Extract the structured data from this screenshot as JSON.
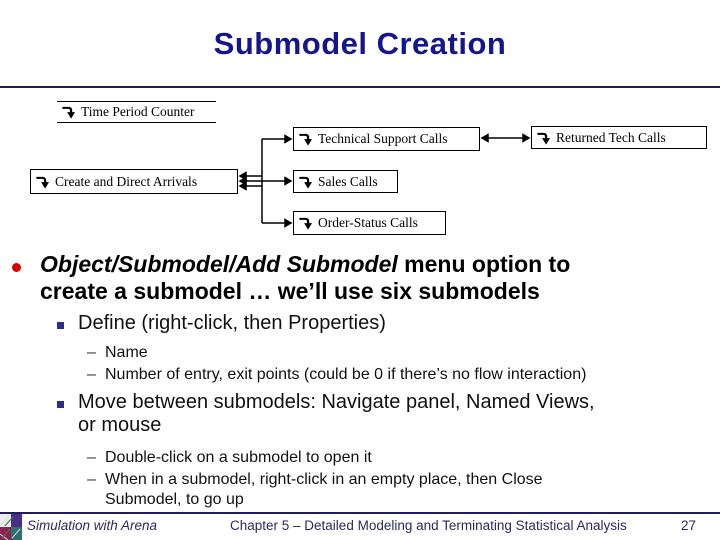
{
  "title": "Submodel Creation",
  "diagram": {
    "boxes": {
      "time_period_counter": "Time Period Counter",
      "technical_support": "Technical Support Calls",
      "returned_tech": "Returned Tech Calls",
      "create_arrivals": "Create and Direct Arrivals",
      "sales": "Sales Calls",
      "order_status": "Order-Status Calls"
    }
  },
  "content": {
    "bullet1": {
      "em": "Object/Submodel/Add Submodel",
      "rest_line1": " menu option to",
      "line2": "create a submodel … we’ll use six submodels"
    },
    "sub1": {
      "label": "Define (right-click, then Properties)",
      "items": [
        "Name",
        "Number of entry, exit points (could be 0 if there’s no flow interaction)"
      ]
    },
    "sub2": {
      "line1": "Move between submodels: Navigate panel, Named Views,",
      "line2": "or mouse",
      "item1": "Double-click on a submodel to open it",
      "item2_line1": "When in a submodel, right-click in an empty place, then Close",
      "item2_line2": "Submodel, to go up"
    }
  },
  "footer": {
    "left": "Simulation with Arena",
    "center": "Chapter 5 – Detailed Modeling and Terminating Statistical Analysis",
    "page": "27"
  },
  "colors": {
    "title_navy": "#15158E",
    "rule_navy": "#1F1F5E",
    "bullet_red": "#D80000",
    "bullet_blue_square": "#2D2D8F",
    "footer_navy": "#2A2A5E",
    "diagram_black": "#000000"
  }
}
